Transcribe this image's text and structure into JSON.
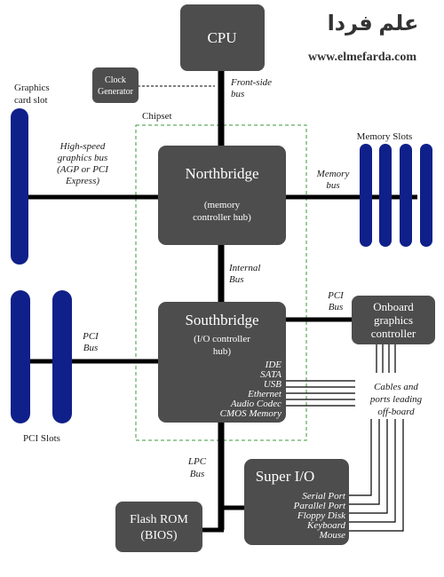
{
  "watermark": {
    "arabic": "علم فردا",
    "url": "www.elmefarda.com"
  },
  "colors": {
    "box": "#4d4d4d",
    "slot": "#10208a",
    "bus": "#000000",
    "chipset_border": "#3a9a3a",
    "watermark": "#333333"
  },
  "cpu": {
    "label": "CPU"
  },
  "clock": {
    "line1": "Clock",
    "line2": "Generator"
  },
  "chipset": {
    "label": "Chipset"
  },
  "northbridge": {
    "title": "Northbridge",
    "sub1": "(memory",
    "sub2": "controller hub)"
  },
  "southbridge": {
    "title": "Southbridge",
    "sub1": "(I/O controller",
    "sub2": "hub)",
    "ports": [
      "IDE",
      "SATA",
      "USB",
      "Ethernet",
      "Audio Codec",
      "CMOS Memory"
    ]
  },
  "onboard": {
    "line1": "Onboard",
    "line2": "graphics",
    "line3": "controller"
  },
  "superio": {
    "title": "Super I/O",
    "ports": [
      "Serial Port",
      "Parallel Port",
      "Floppy Disk",
      "Keyboard",
      "Mouse"
    ]
  },
  "flash": {
    "line1": "Flash ROM",
    "line2": "(BIOS)"
  },
  "labels": {
    "fsb1": "Front-side",
    "fsb2": "bus",
    "graphics_slot1": "Graphics",
    "graphics_slot2": "card slot",
    "hsb1": "High-speed",
    "hsb2": "graphics bus",
    "hsb3": "(AGP or PCI",
    "hsb4": "Express)",
    "memory_slots": "Memory Slots",
    "membus1": "Memory",
    "membus2": "bus",
    "internal1": "Internal",
    "internal2": "Bus",
    "pci_bus_left1": "PCI",
    "pci_bus_left2": "Bus",
    "pci_bus_right1": "PCI",
    "pci_bus_right2": "Bus",
    "pci_slots": "PCI Slots",
    "cables1": "Cables and",
    "cables2": "ports leading",
    "cables3": "off-board",
    "lpc1": "LPC",
    "lpc2": "Bus"
  }
}
